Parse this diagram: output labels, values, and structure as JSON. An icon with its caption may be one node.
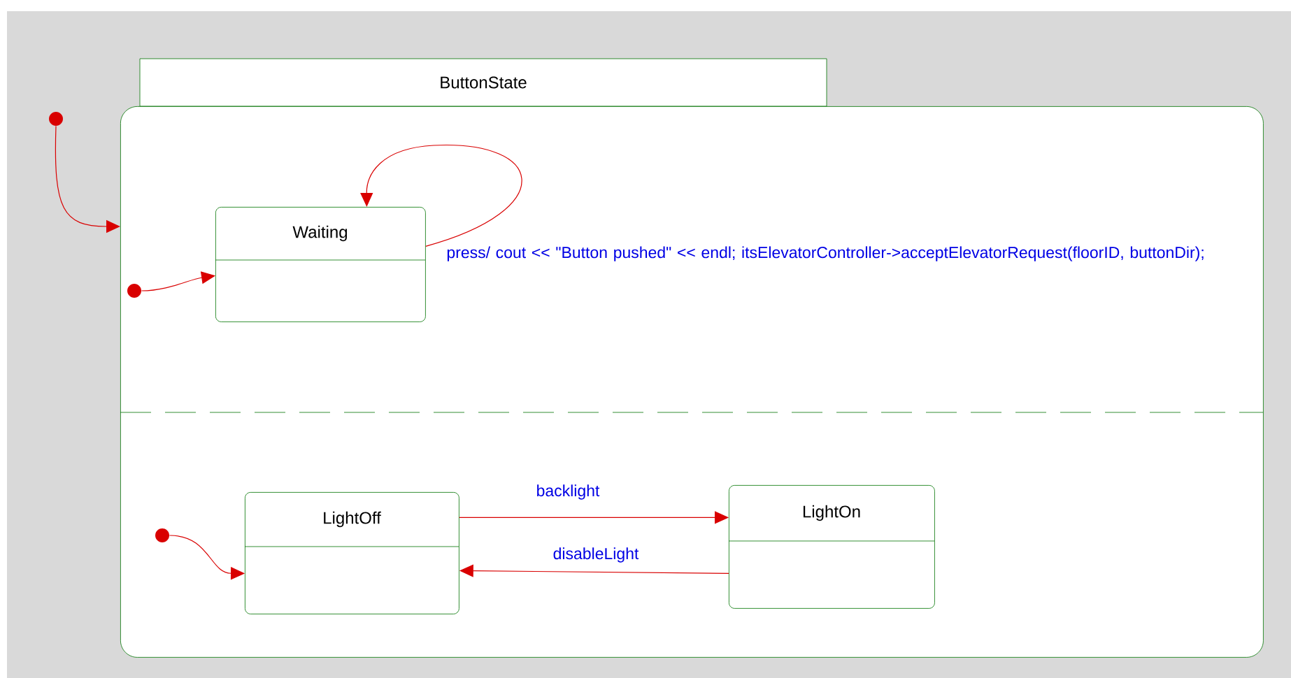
{
  "diagram": {
    "nodes": [
      {
        "text": [
          "ButtonState"
        ]
      },
      {
        "text": [],
        "shape": "circle"
      },
      {
        "text": [],
        "shape": "circle",
        "in": 0
      },
      {
        "text": [
          "Waiting"
        ],
        "in": 0
      },
      {
        "text": [],
        "shape": "circle",
        "in": 0
      },
      {
        "text": [
          "LightOff"
        ],
        "in": 0
      },
      {
        "text": [
          "LightOn"
        ],
        "in": 0
      }
    ],
    "edges": [
      {
        "from": 1,
        "to": 0,
        "arrow": "to"
      },
      {
        "from": 2,
        "to": 3,
        "arrow": "to"
      },
      {
        "from": 3,
        "to": 3,
        "arrow": "to",
        "label": "press/ cout << \"Button pushed\" << endl; itsElevatorController->acceptElevatorRequest(floorID, buttonDir);"
      },
      {
        "from": 5,
        "to": 6,
        "arrow": "to",
        "label": "backlight"
      },
      {
        "from": 6,
        "to": 5,
        "arrow": "to",
        "label": "disableLight"
      },
      {
        "from": 4,
        "to": 5,
        "arrow": "to"
      }
    ]
  }
}
